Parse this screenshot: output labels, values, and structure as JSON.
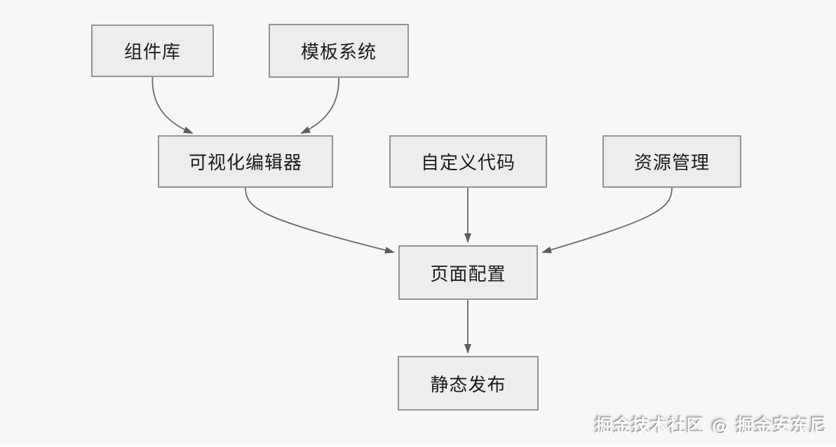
{
  "diagram": {
    "type": "flowchart",
    "nodes": [
      {
        "id": "component-library",
        "label": "组件库"
      },
      {
        "id": "template-system",
        "label": "模板系统"
      },
      {
        "id": "visual-editor",
        "label": "可视化编辑器"
      },
      {
        "id": "custom-code",
        "label": "自定义代码"
      },
      {
        "id": "asset-management",
        "label": "资源管理"
      },
      {
        "id": "page-config",
        "label": "页面配置"
      },
      {
        "id": "static-publish",
        "label": "静态发布"
      }
    ],
    "edges": [
      {
        "from": "component-library",
        "to": "visual-editor"
      },
      {
        "from": "template-system",
        "to": "visual-editor"
      },
      {
        "from": "visual-editor",
        "to": "page-config"
      },
      {
        "from": "custom-code",
        "to": "page-config"
      },
      {
        "from": "asset-management",
        "to": "page-config"
      },
      {
        "from": "page-config",
        "to": "static-publish"
      }
    ]
  },
  "watermark": {
    "text": "掘金技术社区 @ 掘金安东尼"
  },
  "colors": {
    "background": "#f7f7f7",
    "node_fill": "#ededed",
    "node_border": "#949494",
    "edge_stroke": "#6b6b6b",
    "arrowhead_fill": "#5d5d5d",
    "node_text": "#1c1c1c",
    "watermark_text": "#fbfbfb"
  }
}
